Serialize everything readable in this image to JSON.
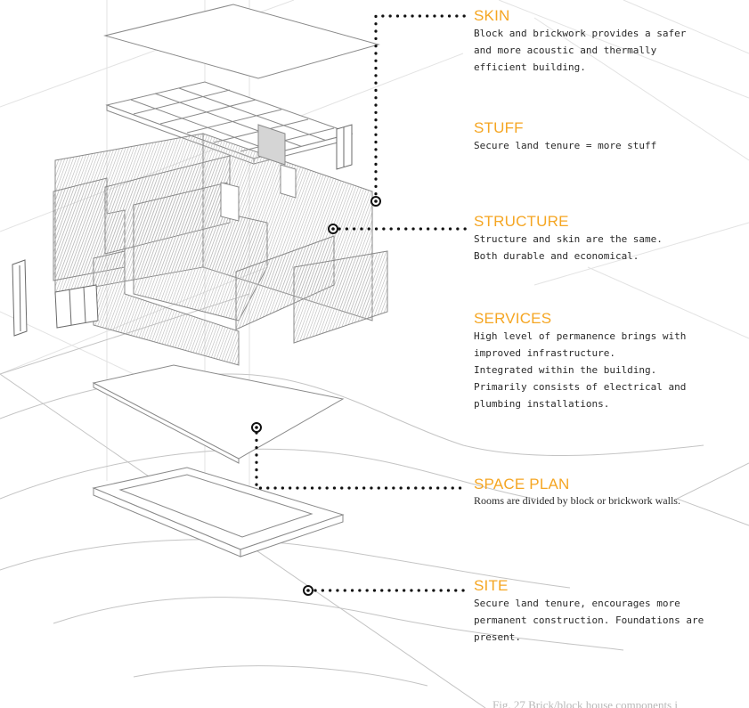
{
  "callouts": {
    "skin": {
      "title": "SKIN",
      "lines": [
        "Block and brickwork provides a safer",
        "and more acoustic and thermally",
        "efficient building."
      ]
    },
    "stuff": {
      "title": "STUFF",
      "lines": [
        "Secure land tenure = more stuff"
      ]
    },
    "structure": {
      "title": "STRUCTURE",
      "lines": [
        "Structure and skin are the same.",
        "Both durable and economical."
      ]
    },
    "services": {
      "title": "SERVICES",
      "lines": [
        "High level of permanence brings with",
        "improved infrastructure.",
        "Integrated within the building.",
        "Primarily consists of electrical and",
        "plumbing installations."
      ]
    },
    "space_plan": {
      "title": "SPACE PLAN",
      "lines": [
        "Rooms are divided by block or brickwork walls."
      ]
    },
    "site": {
      "title": "SITE",
      "lines": [
        "Secure land tenure, encourages more",
        "permanent construction. Foundations are",
        "present."
      ]
    }
  },
  "caption": "Fig. 27 Brick/block house components i",
  "colors": {
    "accent": "#f5a623",
    "leader": "#111111",
    "linework": "#8a8a8a",
    "hatch": "#c9c9c9"
  }
}
